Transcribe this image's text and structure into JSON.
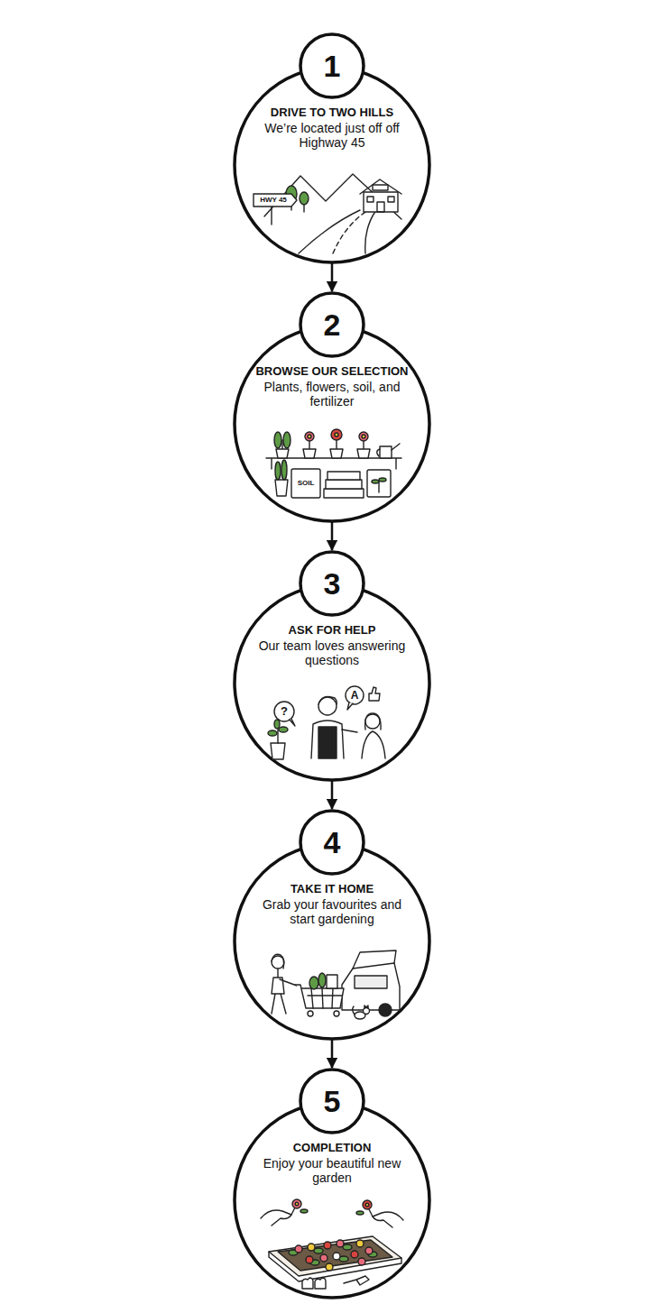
{
  "diagram": {
    "nodes": [
      {
        "text": [
          "1",
          "DRIVE TO TWO HILLS",
          "We’re located just off off Highway 45"
        ]
      },
      {
        "text": [
          "2",
          "BROWSE OUR SELECTION",
          "Plants, flowers, soil, and fertilizer"
        ]
      },
      {
        "text": [
          "3",
          "ASK FOR HELP",
          "Our team loves answering questions"
        ]
      },
      {
        "text": [
          "4",
          "TAKE IT HOME",
          "Grab your favourites and start gardening"
        ]
      },
      {
        "text": [
          "5",
          "COMPLETION",
          "Enjoy your beautiful new garden"
        ]
      }
    ],
    "edges": [
      {
        "from": 0,
        "to": 1,
        "arrow": "to"
      },
      {
        "from": 1,
        "to": 2,
        "arrow": "to"
      },
      {
        "from": 2,
        "to": 3,
        "arrow": "to"
      },
      {
        "from": 3,
        "to": 4,
        "arrow": "to"
      }
    ],
    "labels": [
      "HWY 45",
      "SOIL",
      "?",
      "A"
    ]
  }
}
